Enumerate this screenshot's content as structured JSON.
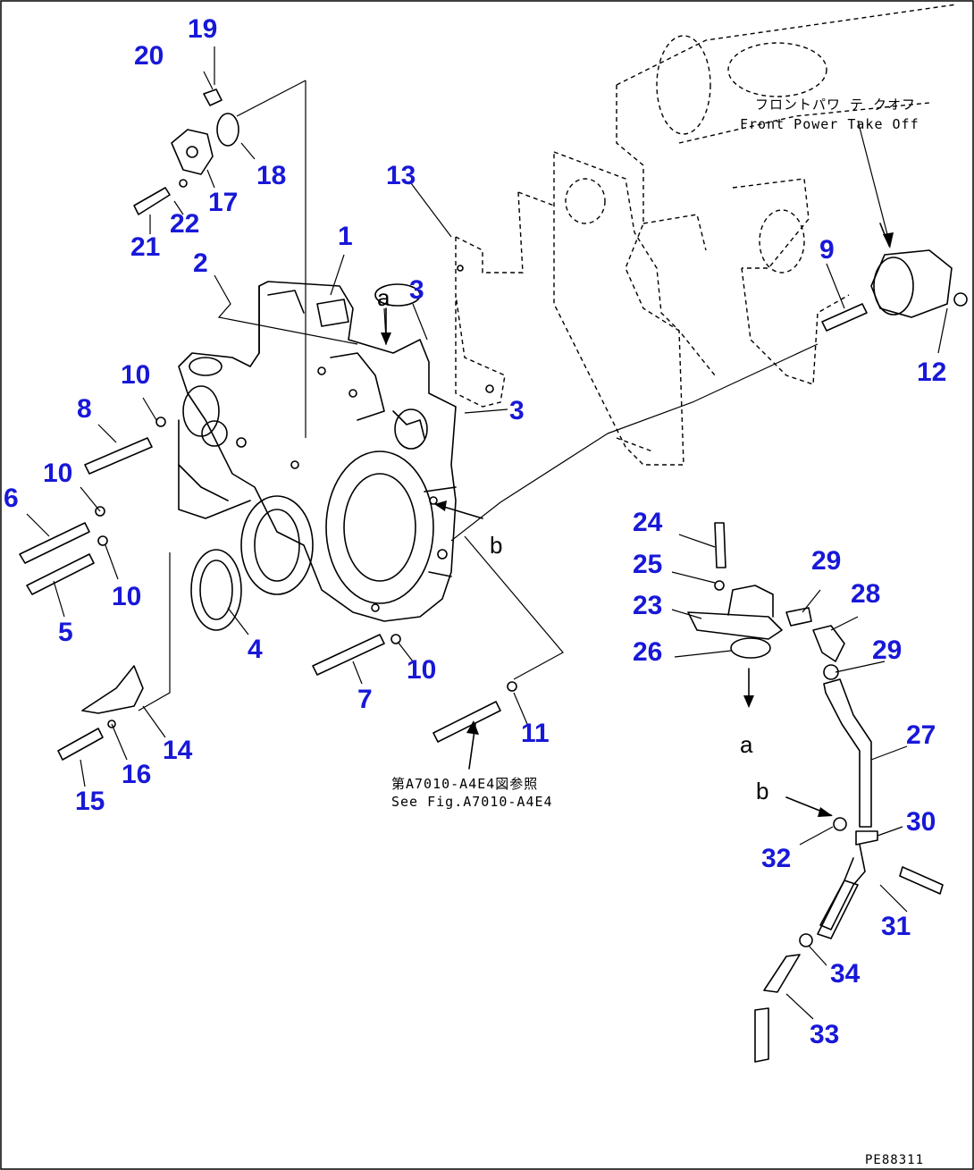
{
  "callouts": [
    {
      "id": "1",
      "label": "1"
    },
    {
      "id": "2",
      "label": "2"
    },
    {
      "id": "3a",
      "label": "3"
    },
    {
      "id": "3b",
      "label": "3"
    },
    {
      "id": "4",
      "label": "4"
    },
    {
      "id": "5",
      "label": "5"
    },
    {
      "id": "6",
      "label": "6"
    },
    {
      "id": "7",
      "label": "7"
    },
    {
      "id": "8",
      "label": "8"
    },
    {
      "id": "9",
      "label": "9"
    },
    {
      "id": "10a",
      "label": "10"
    },
    {
      "id": "10b",
      "label": "10"
    },
    {
      "id": "10c",
      "label": "10"
    },
    {
      "id": "10d",
      "label": "10"
    },
    {
      "id": "11",
      "label": "11"
    },
    {
      "id": "12",
      "label": "12"
    },
    {
      "id": "13",
      "label": "13"
    },
    {
      "id": "14",
      "label": "14"
    },
    {
      "id": "15",
      "label": "15"
    },
    {
      "id": "16",
      "label": "16"
    },
    {
      "id": "17",
      "label": "17"
    },
    {
      "id": "18",
      "label": "18"
    },
    {
      "id": "19",
      "label": "19"
    },
    {
      "id": "20",
      "label": "20"
    },
    {
      "id": "21",
      "label": "21"
    },
    {
      "id": "22",
      "label": "22"
    },
    {
      "id": "23",
      "label": "23"
    },
    {
      "id": "24",
      "label": "24"
    },
    {
      "id": "25",
      "label": "25"
    },
    {
      "id": "26",
      "label": "26"
    },
    {
      "id": "27",
      "label": "27"
    },
    {
      "id": "28",
      "label": "28"
    },
    {
      "id": "29a",
      "label": "29"
    },
    {
      "id": "29b",
      "label": "29"
    },
    {
      "id": "30",
      "label": "30"
    },
    {
      "id": "31",
      "label": "31"
    },
    {
      "id": "32",
      "label": "32"
    },
    {
      "id": "33",
      "label": "33"
    },
    {
      "id": "34",
      "label": "34"
    }
  ],
  "references": {
    "a_top": "a",
    "a_bottom": "a",
    "b_left": "b",
    "b_right": "b"
  },
  "annotations": {
    "pto_jp": "フロントパワ テ クオフ",
    "pto_en": "Front Power Take Off",
    "see_fig_jp": "第A7010-A4E4図参照",
    "see_fig_en": "See Fig.A7010-A4E4",
    "drawing_code": "PE88311"
  },
  "colors": {
    "callout": "#1818d8",
    "line": "#000000",
    "background": "#ffffff"
  }
}
